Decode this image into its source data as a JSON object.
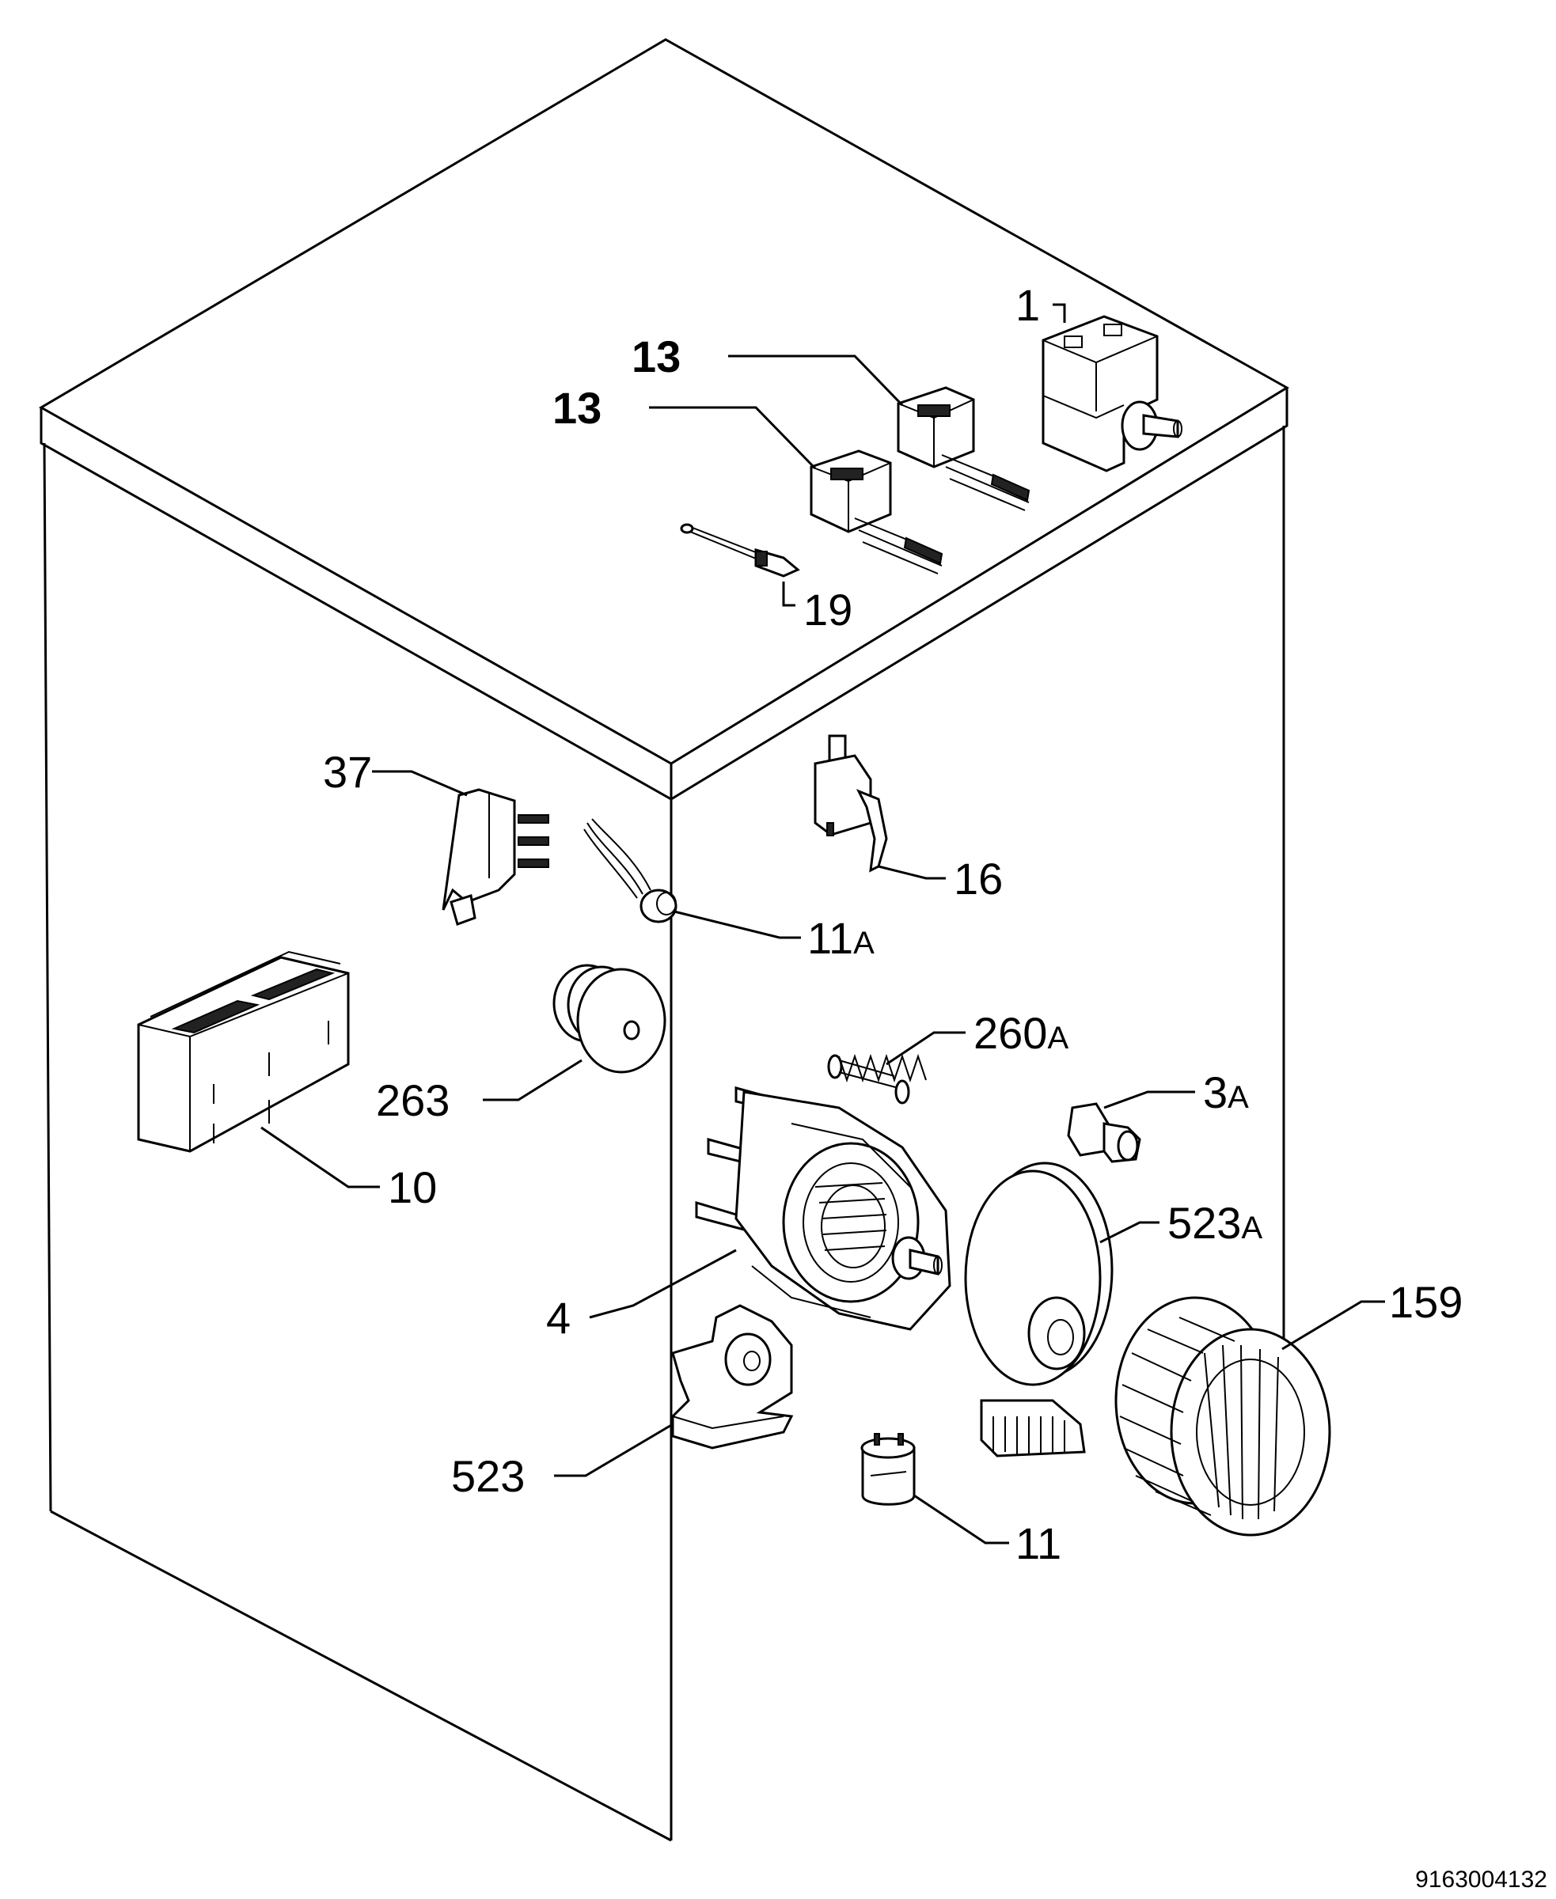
{
  "labels": {
    "p1": "1",
    "p13a": "13",
    "p13b": "13",
    "p19": "19",
    "p37": "37",
    "p16": "16",
    "p11a_num": "11",
    "p11a_suf": "A",
    "p260a_num": "260",
    "p260a_suf": "A",
    "p263": "263",
    "p3a_num": "3",
    "p3a_suf": "A",
    "p10": "10",
    "p523a_num": "523",
    "p523a_suf": "A",
    "p159": "159",
    "p4": "4",
    "p523": "523",
    "p11": "11"
  },
  "diagram_code": "9163004132"
}
